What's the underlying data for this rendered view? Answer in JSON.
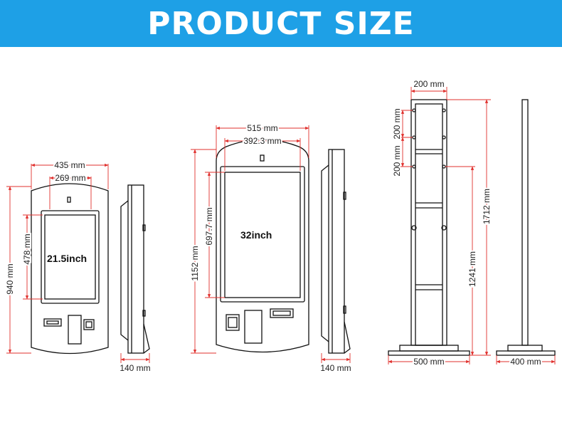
{
  "header": {
    "title": "PRODUCT SIZE"
  },
  "colors": {
    "banner": "#1ea0e6",
    "dimension_line": "#e0302d",
    "outline": "#111111"
  },
  "kiosk_small": {
    "screen_label": "21.5inch",
    "width": "435 mm",
    "screen_width": "269 mm",
    "height": "940 mm",
    "screen_height": "478 mm",
    "depth": "140 mm"
  },
  "kiosk_large": {
    "screen_label": "32inch",
    "width": "515 mm",
    "screen_width": "392.3 mm",
    "height": "1152 mm",
    "screen_height": "697.7 mm",
    "depth": "140 mm"
  },
  "stand": {
    "top_width": "200 mm",
    "spacing_1": "200 mm",
    "spacing_2": "200 mm",
    "total_height": "1712 mm",
    "lower_height": "1241 mm",
    "base_width": "500 mm",
    "base_depth": "400 mm"
  }
}
